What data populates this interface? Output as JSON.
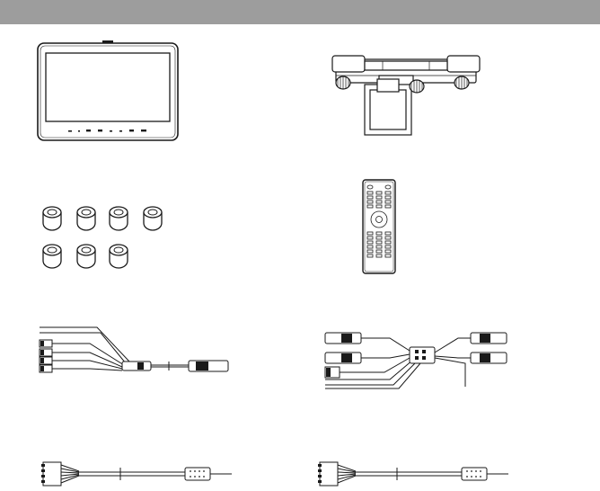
{
  "page": {
    "header_color": "#9d9d9d",
    "line_color": "#1a1a1a"
  },
  "items": [
    {
      "id": "monitor",
      "icon": "headrest-monitor-icon"
    },
    {
      "id": "mount-bracket",
      "icon": "headrest-mount-bracket-icon"
    },
    {
      "id": "spacers",
      "icon": "cylindrical-spacers-icon",
      "quantity": 7
    },
    {
      "id": "remote",
      "icon": "remote-control-icon"
    },
    {
      "id": "av-cable",
      "icon": "av-input-cable-icon"
    },
    {
      "id": "y-cable",
      "icon": "y-splitter-cable-icon"
    },
    {
      "id": "harness-1",
      "icon": "power-harness-icon"
    },
    {
      "id": "harness-2",
      "icon": "power-harness-icon"
    }
  ]
}
